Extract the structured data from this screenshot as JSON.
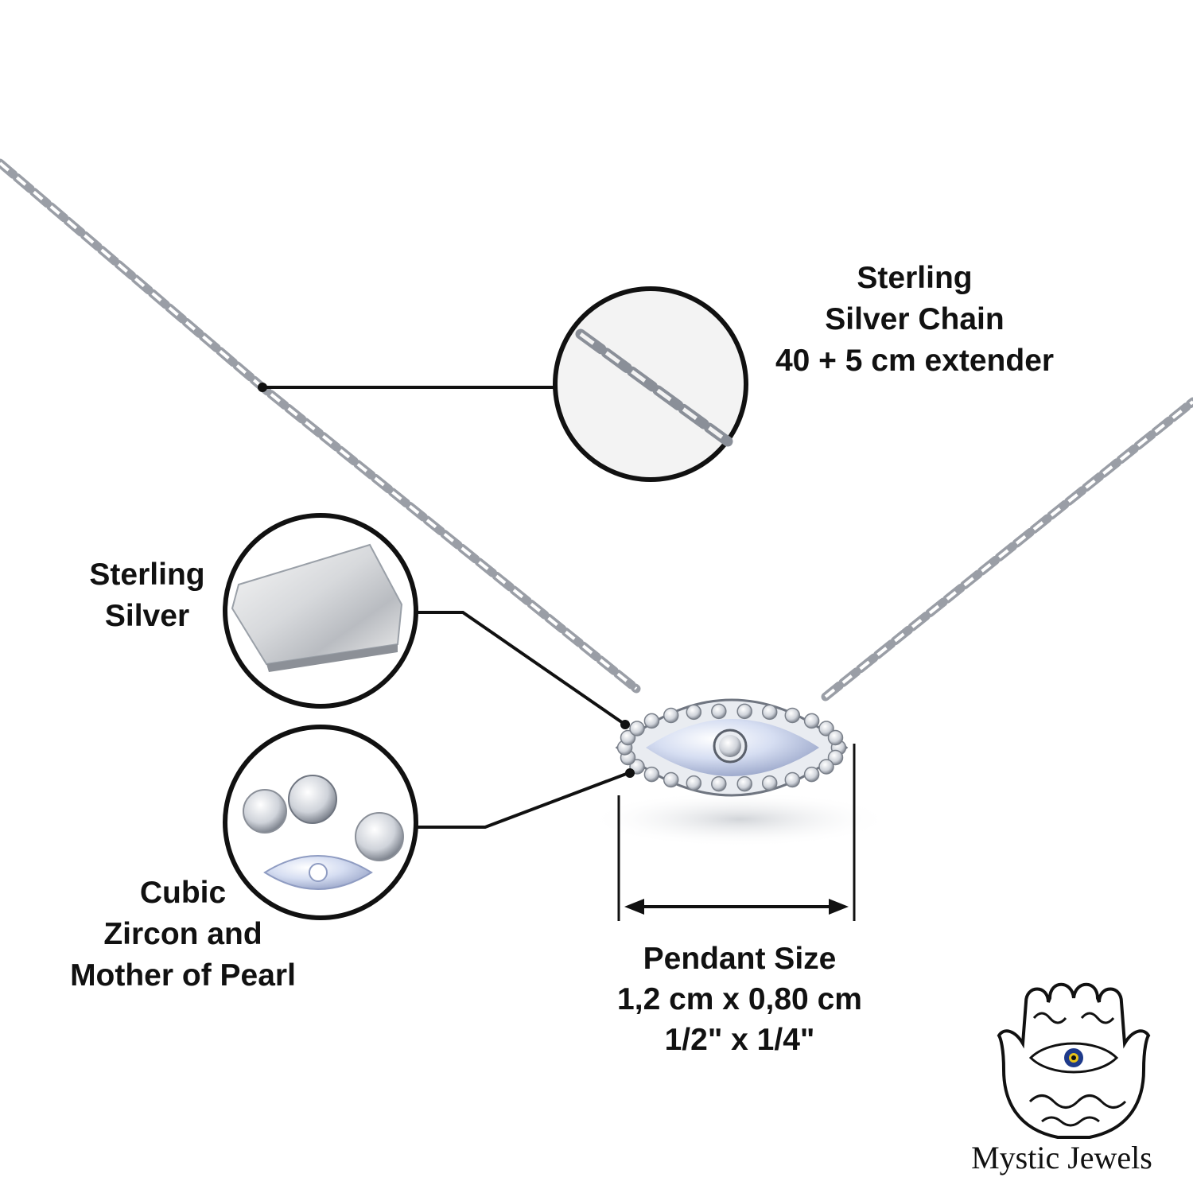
{
  "labels": {
    "chain": [
      "Sterling",
      "Silver Chain",
      "40 + 5 cm extender"
    ],
    "silver": [
      "Sterling",
      "Silver"
    ],
    "stones": [
      "Cubic",
      "Zircon and",
      "Mother of Pearl"
    ],
    "pendant_size": [
      "Pendant Size",
      "1,2 cm x 0,80 cm",
      "1/2\" x 1/4\""
    ]
  },
  "brand": {
    "name": "Mystic Jewels",
    "logo_icon": "hamsa-evil-eye-icon"
  },
  "colors": {
    "chain": "#9a9ea6",
    "pendant_pearl": "#c9d3ea",
    "zircon": "#f4f6fa",
    "outline": "#111111",
    "eye_blue": "#1e3a8a",
    "eye_yellow": "#e8c21a"
  }
}
